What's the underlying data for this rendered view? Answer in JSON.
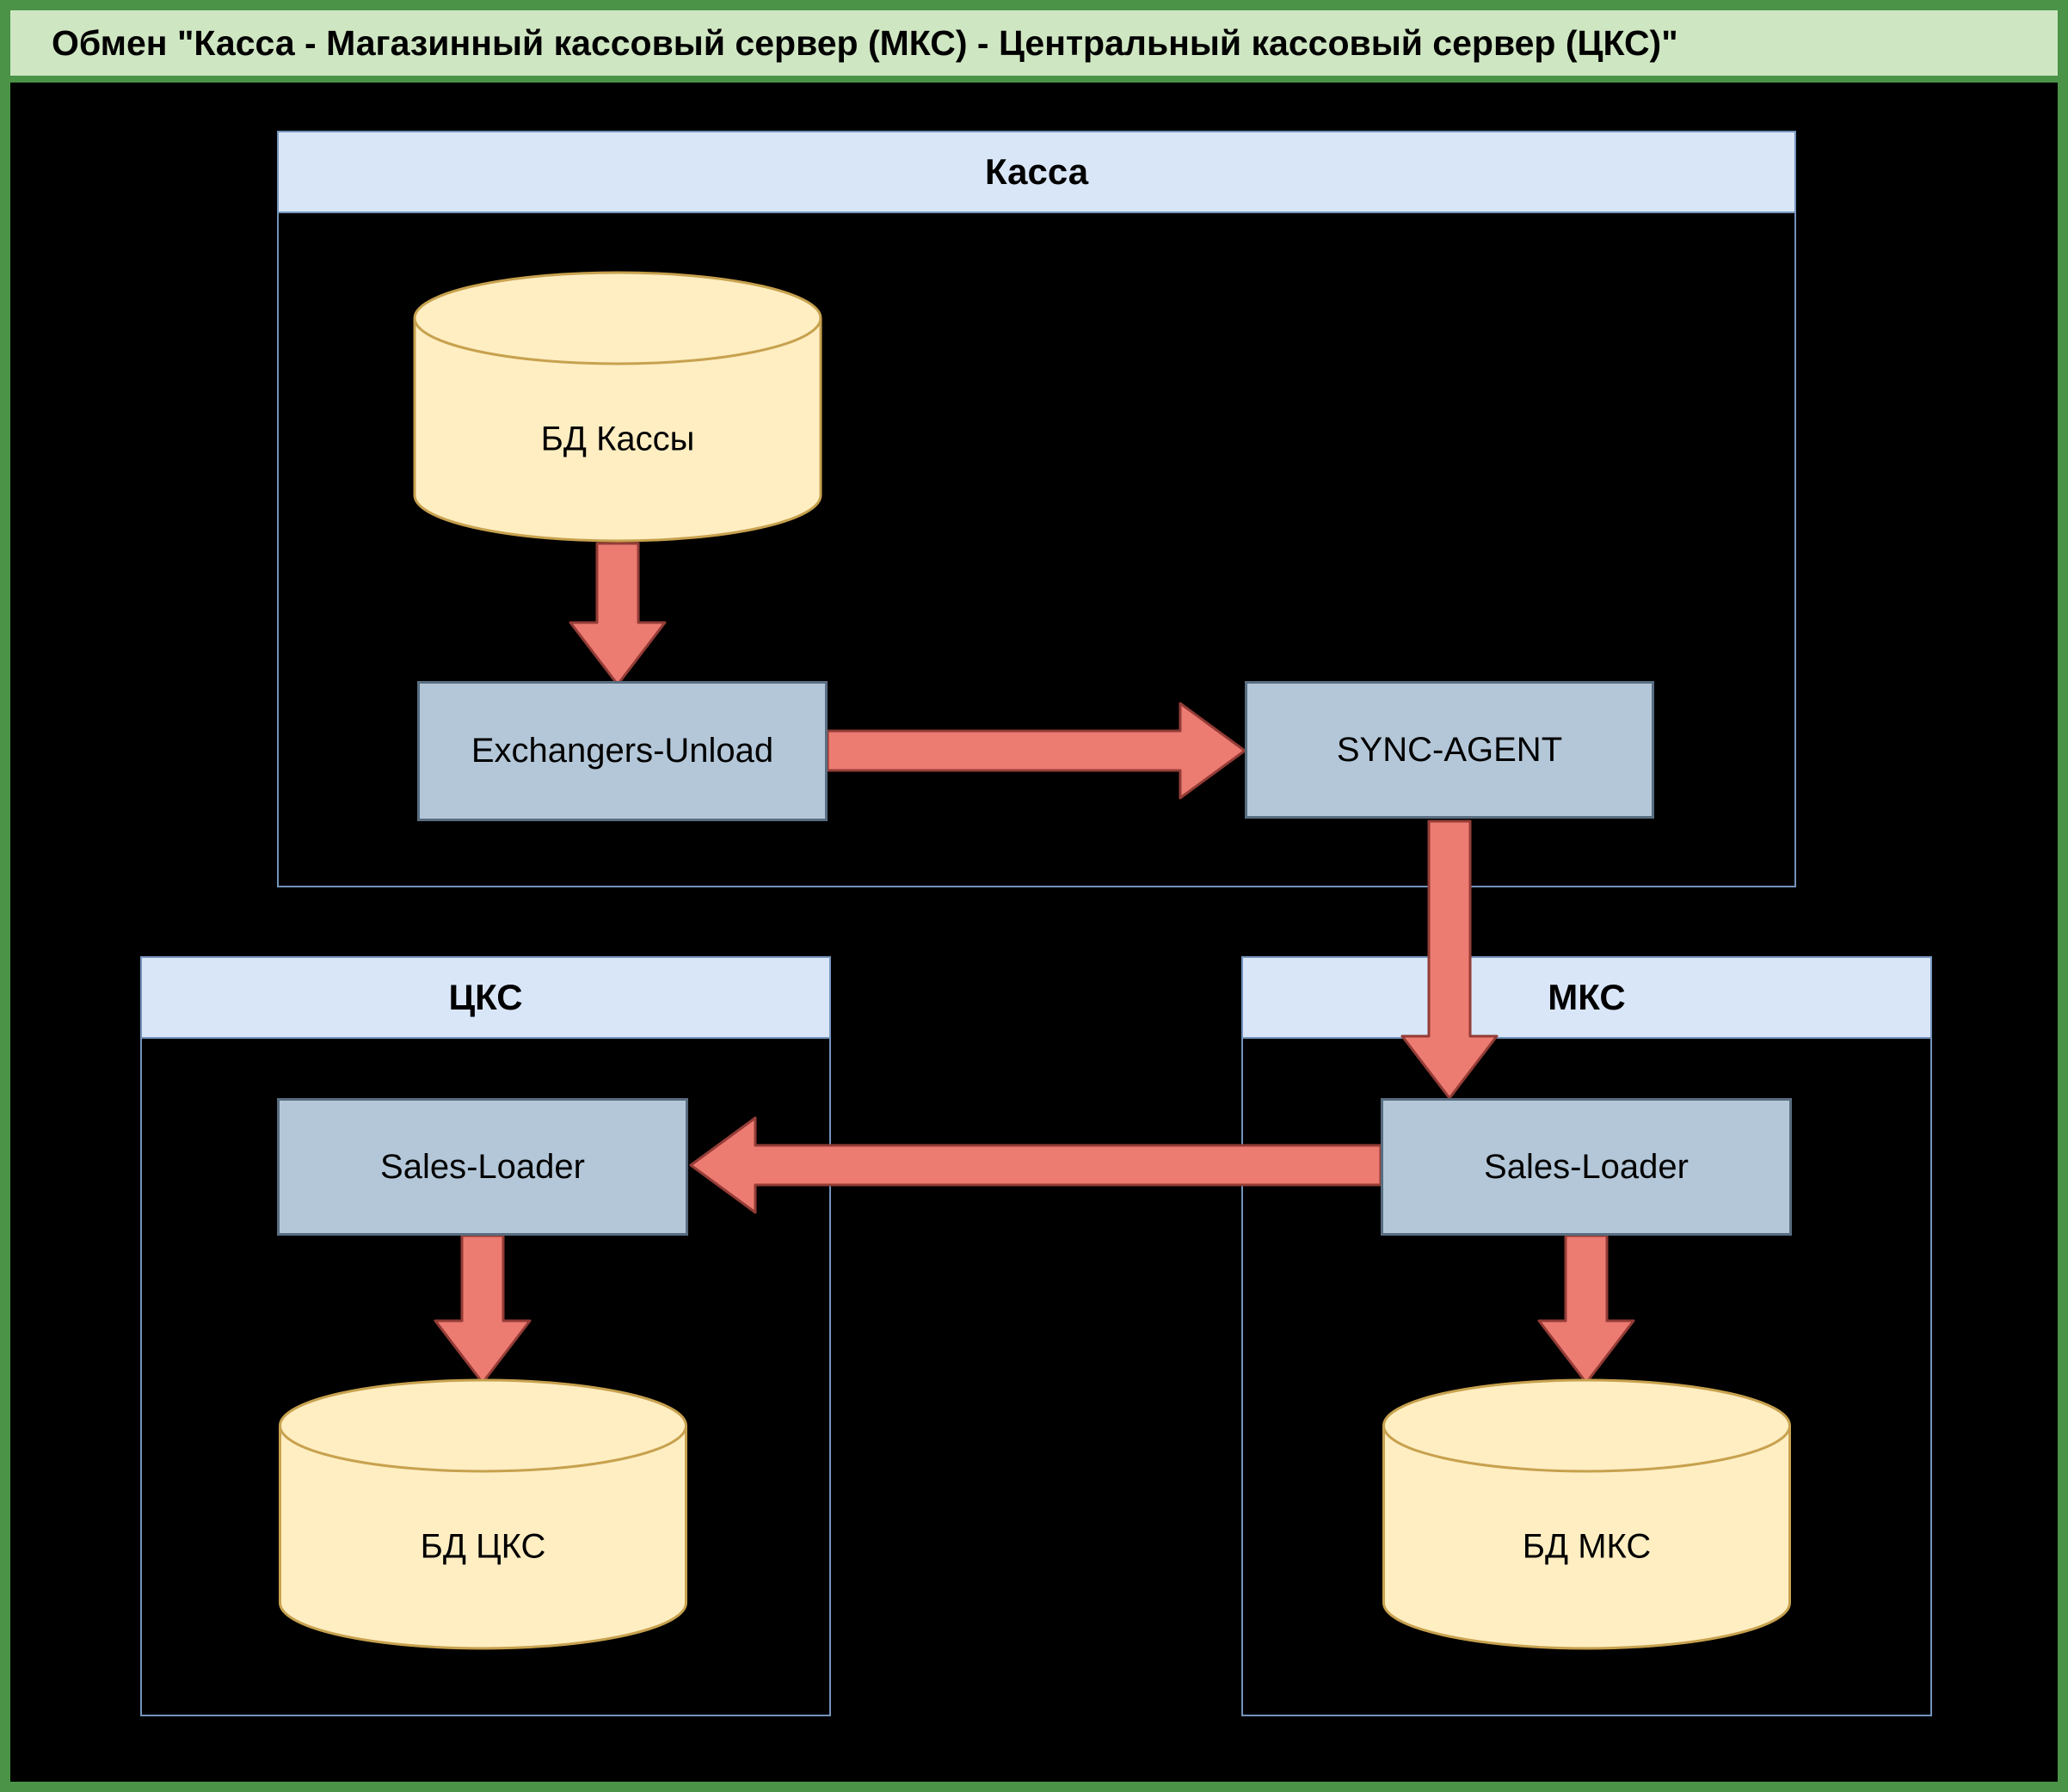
{
  "title": "Обмен \"Касса - Магазинный кассовый сервер (МКС) - Центральный кассовый сервер (ЦКС)\"",
  "groups": {
    "kassa": {
      "label": "Касса"
    },
    "cks": {
      "label": "ЦКС"
    },
    "mks": {
      "label": "МКС"
    }
  },
  "nodes": {
    "bd_kassy": {
      "label": "БД Кассы",
      "type": "database"
    },
    "exchangers_unload": {
      "label": "Exchangers-Unload",
      "type": "process"
    },
    "sync_agent": {
      "label": "SYNC-AGENT",
      "type": "process"
    },
    "sales_loader_cks": {
      "label": "Sales-Loader",
      "type": "process"
    },
    "sales_loader_mks": {
      "label": "Sales-Loader",
      "type": "process"
    },
    "bd_cks": {
      "label": "БД ЦКС",
      "type": "database"
    },
    "bd_mks": {
      "label": "БД МКС",
      "type": "database"
    }
  },
  "edges": [
    {
      "from": "БД Кассы",
      "to": "Exchangers-Unload"
    },
    {
      "from": "Exchangers-Unload",
      "to": "SYNC-AGENT"
    },
    {
      "from": "SYNC-AGENT",
      "to": "Sales-Loader (МКС)"
    },
    {
      "from": "Sales-Loader (МКС)",
      "to": "Sales-Loader (ЦКС)"
    },
    {
      "from": "Sales-Loader (ЦКС)",
      "to": "БД ЦКС"
    },
    {
      "from": "Sales-Loader (МКС)",
      "to": "БД МКС"
    }
  ],
  "colors": {
    "frame-green": "#4a9347",
    "titlebar-green": "#cfe6c2",
    "canvas-black": "#000000",
    "group-border-blue": "#7494bb",
    "group-header-blue": "#d9e6f8",
    "process-fill": "#b4c7d8",
    "process-border": "#596d80",
    "db-fill": "#ffeec2",
    "db-border": "#c7a14e",
    "arrow-fill": "#ec7b72",
    "arrow-border": "#943c36"
  }
}
